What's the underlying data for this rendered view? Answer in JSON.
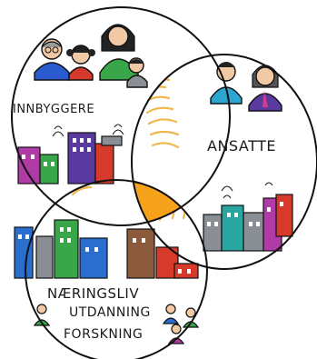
{
  "diagram": {
    "circles": [
      {
        "id": "innbyggere",
        "label": "INNBYGGERE"
      },
      {
        "id": "ansatte",
        "label": "ANSATTE"
      },
      {
        "id": "naering",
        "label_lines": [
          "NÆRINGSLIV",
          "UTDANNING",
          "FORSKNING"
        ]
      }
    ],
    "colors": {
      "overlap_center": "#f7a21b",
      "overlap_rays": "#f0b64a",
      "outline": "#111111",
      "purple": "#5b3aa0",
      "green": "#3aa64a",
      "red": "#d63a2a",
      "blue": "#2a6fd0",
      "teal": "#2aa6a0",
      "gray": "#8a8f96",
      "brown": "#8c5a3c",
      "magenta": "#b03aa6"
    }
  }
}
